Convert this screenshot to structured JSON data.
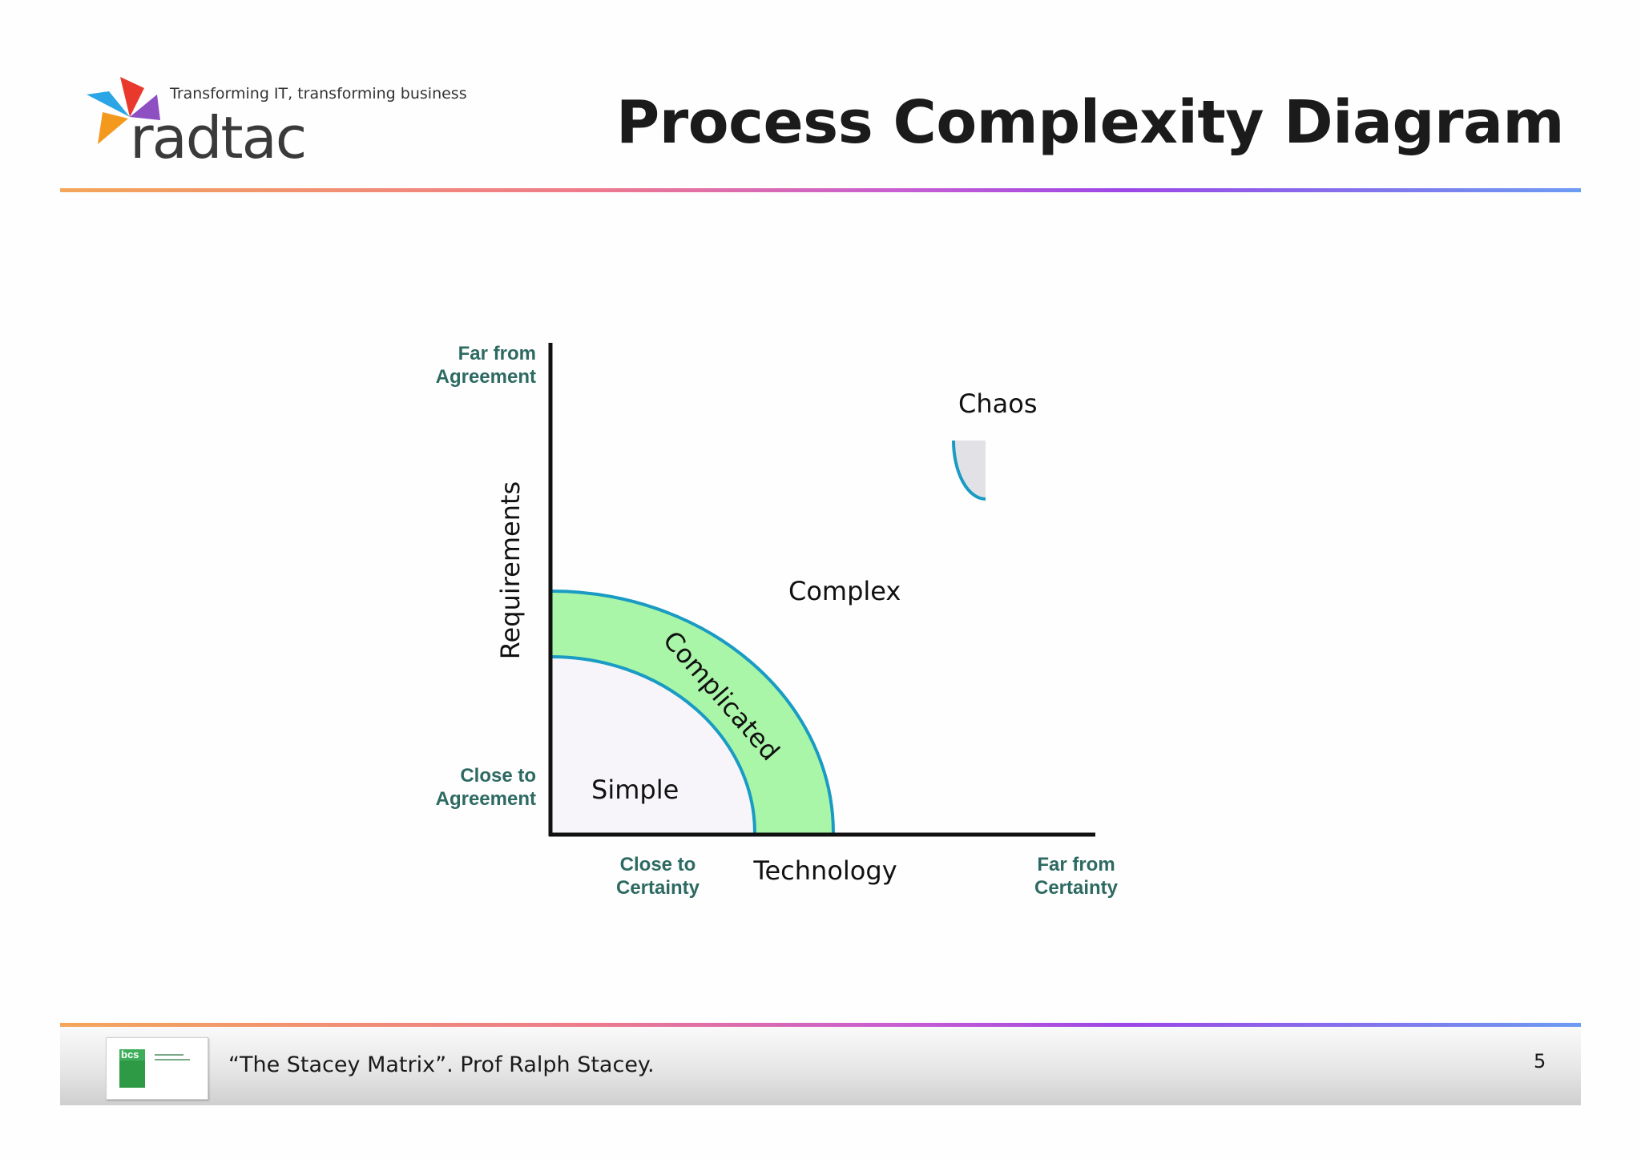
{
  "header": {
    "tagline": "Transforming IT, transforming business",
    "logo_text": "radtac",
    "title": "Process Complexity Diagram"
  },
  "diagram": {
    "y_axis": {
      "label": "Requirements",
      "top_label_line1": "Far from",
      "top_label_line2": "Agreement",
      "bottom_label_line1": "Close to",
      "bottom_label_line2": "Agreement"
    },
    "x_axis": {
      "label": "Technology",
      "left_label_line1": "Close to",
      "left_label_line2": "Certainty",
      "right_label_line1": "Far from",
      "right_label_line2": "Certainty"
    },
    "regions": {
      "simple": "Simple",
      "complicated": "Complicated",
      "complex": "Complex",
      "chaos": "Chaos"
    },
    "colors": {
      "simple_fill": "#f7f5fa",
      "complicated_fill": "#aaf6a8",
      "boundary": "#1a9bc4",
      "chaos_fill": "#e2e2e6",
      "label_green": "#2d6a62"
    }
  },
  "footer": {
    "citation": "“The Stacey Matrix”. Prof Ralph Stacey.",
    "page_number": "5",
    "badge_text": "bcs"
  }
}
